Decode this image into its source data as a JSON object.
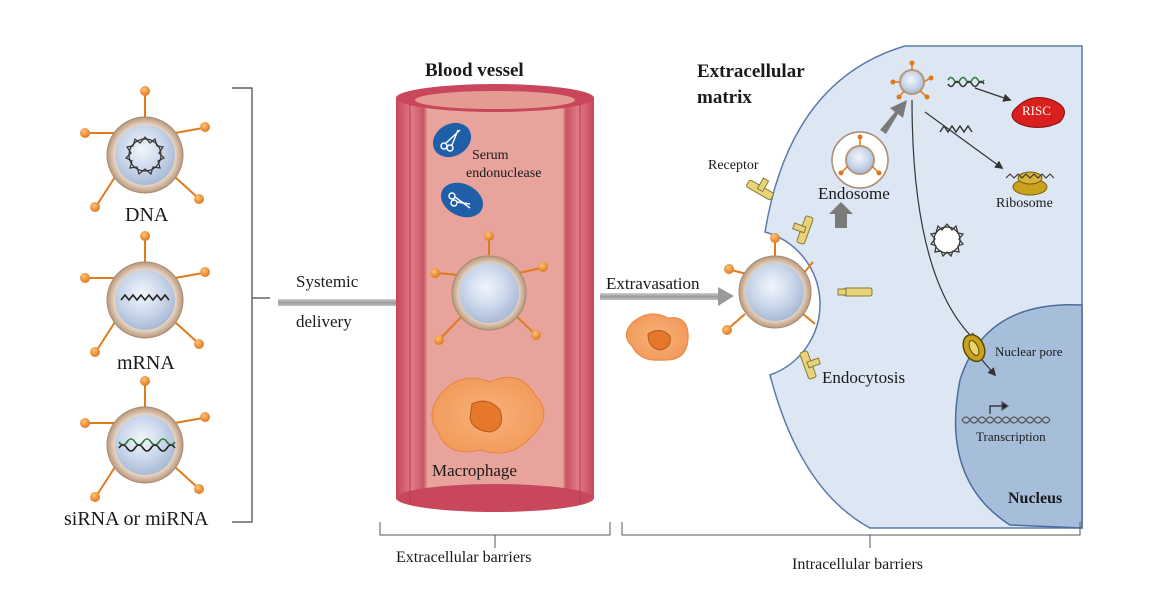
{
  "nanoparticles": {
    "dna_label": "DNA",
    "mrna_label": "mRNA",
    "sirna_label": "siRNA or miRNA"
  },
  "systemic": {
    "line1": "Systemic",
    "line2": "delivery"
  },
  "blood_vessel": {
    "title": "Blood vessel",
    "serum_line1": "Serum",
    "serum_line2": "endonuclease",
    "macrophage_label": "Macrophage"
  },
  "extravasation_label": "Extravasation",
  "cell": {
    "ecm_line1": "Extracellular",
    "ecm_line2": "matrix",
    "receptor_label": "Receptor",
    "endosome_label": "Endosome",
    "endocytosis_label": "Endocytosis",
    "risc_label": "RISC",
    "ribosome_label": "Ribosome",
    "nuclear_pore_label": "Nuclear pore",
    "transcription_label": "Transcription",
    "nucleus_label": "Nucleus"
  },
  "barriers": {
    "extracellular": "Extracellular barriers",
    "intracellular": "Intracellular barriers"
  },
  "colors": {
    "vessel_wall": "#d9576a",
    "vessel_lumen": "#e8a09a",
    "cell_fill": "#dde6f3",
    "nucleus_fill": "#a7bedb",
    "ligand_orange": "#e9862c",
    "risc_red": "#d9201e",
    "ribosome_gold": "#c9a21c",
    "enzyme_blue": "#1f5fa8"
  }
}
